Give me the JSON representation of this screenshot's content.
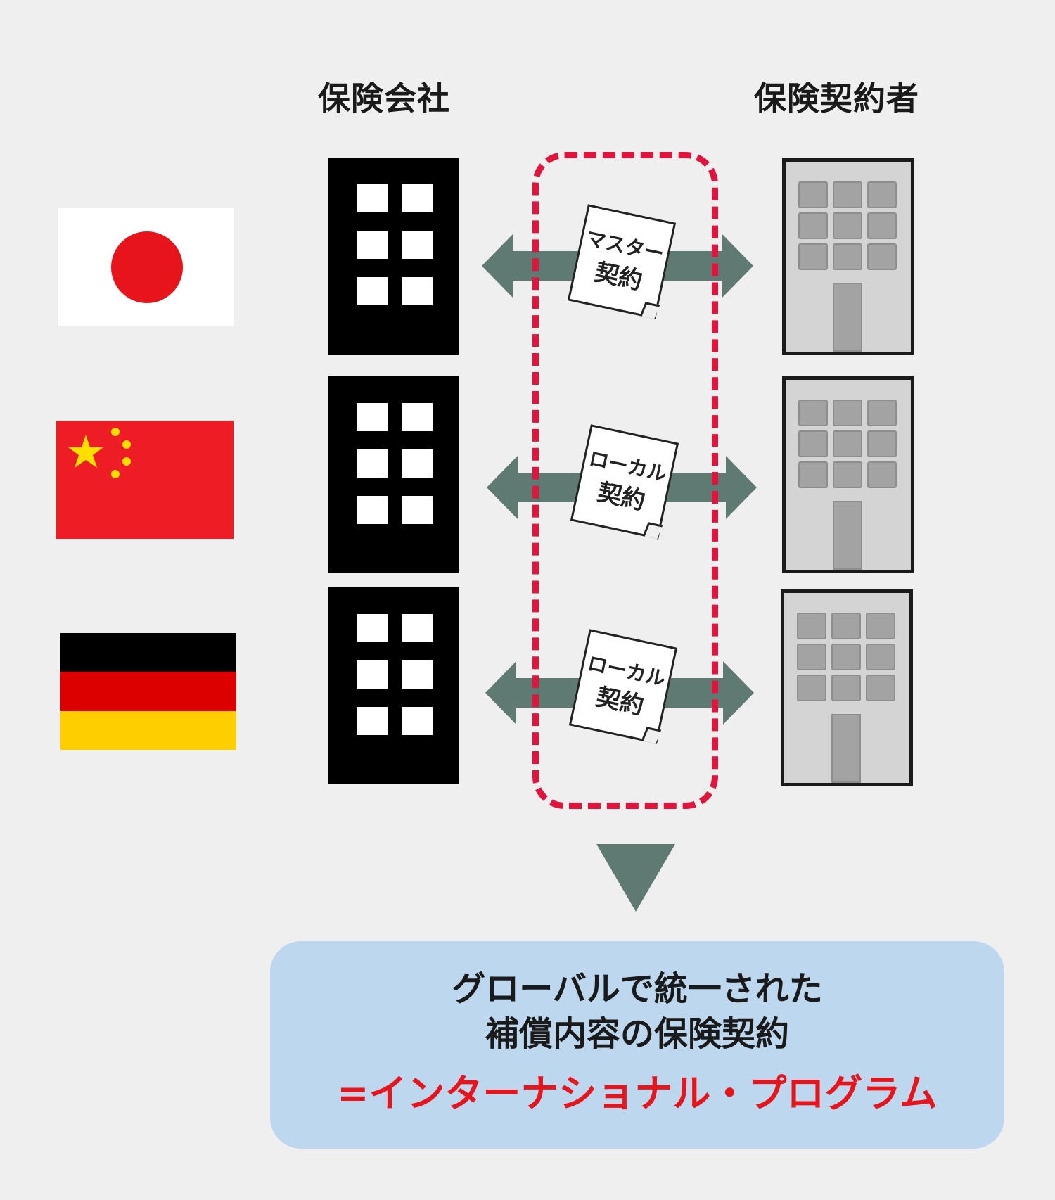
{
  "headers": {
    "insurer": "保険会社",
    "policyholder": "保険契約者"
  },
  "rows": [
    {
      "country": "Japan",
      "flag_icon": "japan-flag-icon",
      "contract_line1": "マスター",
      "contract_line2": "契約"
    },
    {
      "country": "China",
      "flag_icon": "china-flag-icon",
      "contract_line1": "ローカル",
      "contract_line2": "契約"
    },
    {
      "country": "Germany",
      "flag_icon": "germany-flag-icon",
      "contract_line1": "ローカル",
      "contract_line2": "契約"
    }
  ],
  "result": {
    "line1": "グローバルで統一された",
    "line2": "補償内容の保険契約",
    "highlight": "=インターナショナル・プログラム"
  },
  "colors": {
    "background": "#efefef",
    "dashed_border": "#e0143c",
    "arrow": "#5f7a73",
    "result_box": "#bdd7ee",
    "highlight_text": "#e8141c"
  }
}
